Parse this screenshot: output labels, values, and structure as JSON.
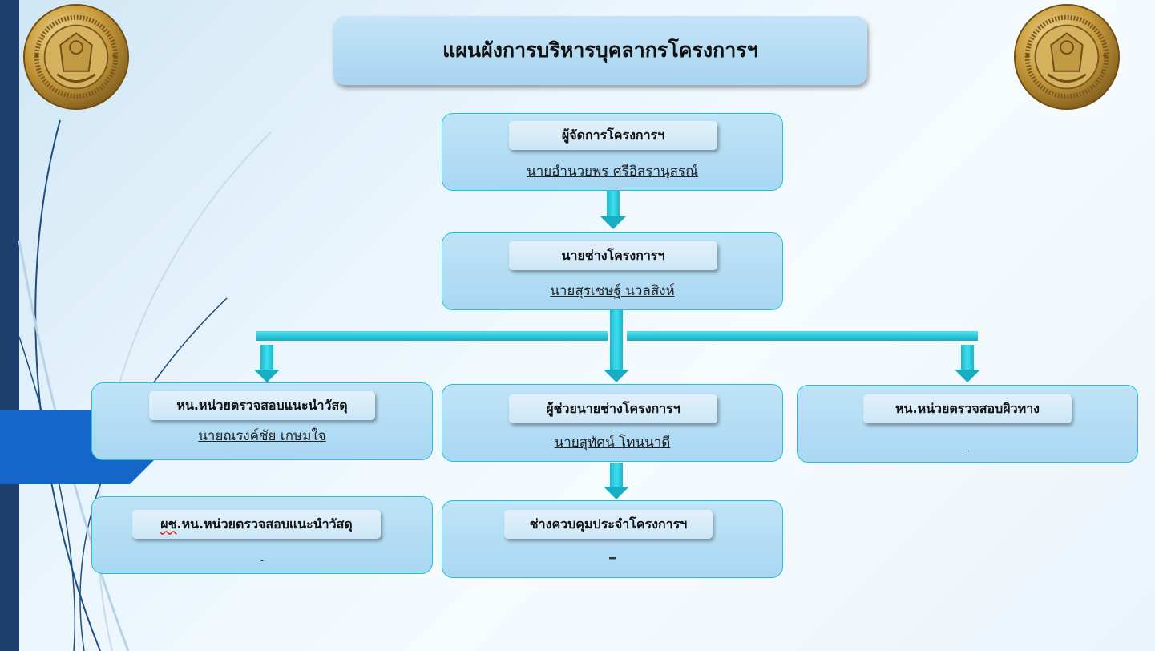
{
  "title": "แผนผังการบริหารบุคลากรโครงการฯ",
  "colors": {
    "connector": "#1ec3d8",
    "node_fill": "#aed8f2",
    "node_border": "#1ec3d8",
    "left_bar": "#1c3f6e",
    "accent_band": "#1466c8"
  },
  "nodes": {
    "manager": {
      "role": "ผู้จัดการโครงการฯ",
      "name": "นายอำนวยพร  ศรีอิสรานุสรณ์"
    },
    "engineer": {
      "role": "นายช่างโครงการฯ",
      "name": "นายสุรเชษฐ์ นวลสิงห์"
    },
    "materials_head": {
      "role": "หน.หน่วยตรวจสอบแนะนำวัสดุ",
      "name": "นายณรงค์ชัย  เกษมใจ"
    },
    "assistant_engineer": {
      "role": "ผู้ช่วยนายช่างโครงการฯ",
      "name": "นายสุทัศน์  โทนนาดี"
    },
    "pavement_head": {
      "role": "หน.หน่วยตรวจสอบผิวทาง",
      "name": "-"
    },
    "materials_deputy": {
      "role_prefix": "ผช",
      "role_rest": ".หน.หน่วยตรวจสอบแนะนำวัสดุ",
      "name": "-"
    },
    "site_supervisor": {
      "role": "ช่างควบคุมประจำโครงการฯ",
      "name": "–"
    }
  }
}
